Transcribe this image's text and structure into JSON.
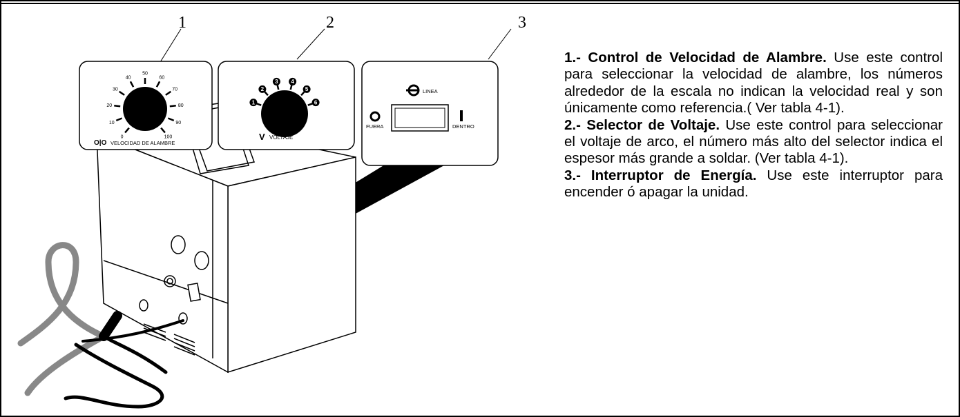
{
  "callouts": [
    "1",
    "2",
    "3"
  ],
  "speed_panel": {
    "ticks": [
      "0",
      "10",
      "20",
      "30",
      "40",
      "50",
      "60",
      "70",
      "80",
      "90",
      "100"
    ],
    "label": "VELOCIDAD DE ALAMBRE"
  },
  "voltage_panel": {
    "ticks": [
      "1",
      "2",
      "3",
      "4",
      "5",
      "6"
    ],
    "letter": "V",
    "label": "VOLTAJE"
  },
  "power_panel": {
    "top_label": "LINEA",
    "off_label": "FUERA",
    "on_label": "DENTRO"
  },
  "descriptions": [
    {
      "title": "1.- Control de Velocidad de Alambre.",
      "body": " Use este control para seleccionar la velocidad de alambre, los números alrededor de la escala no indican la velocidad real y son únicamente como referencia.( Ver tabla 4-1)."
    },
    {
      "title": "2.- Selector de Voltaje.",
      "body": " Use este control para seleccionar el voltaje de arco, el número más alto del selector indica el espesor más grande a soldar. (Ver tabla 4-1)."
    },
    {
      "title": "3.- Interruptor de Energía.",
      "body": " Use este interruptor para encender ó apagar la unidad."
    }
  ]
}
